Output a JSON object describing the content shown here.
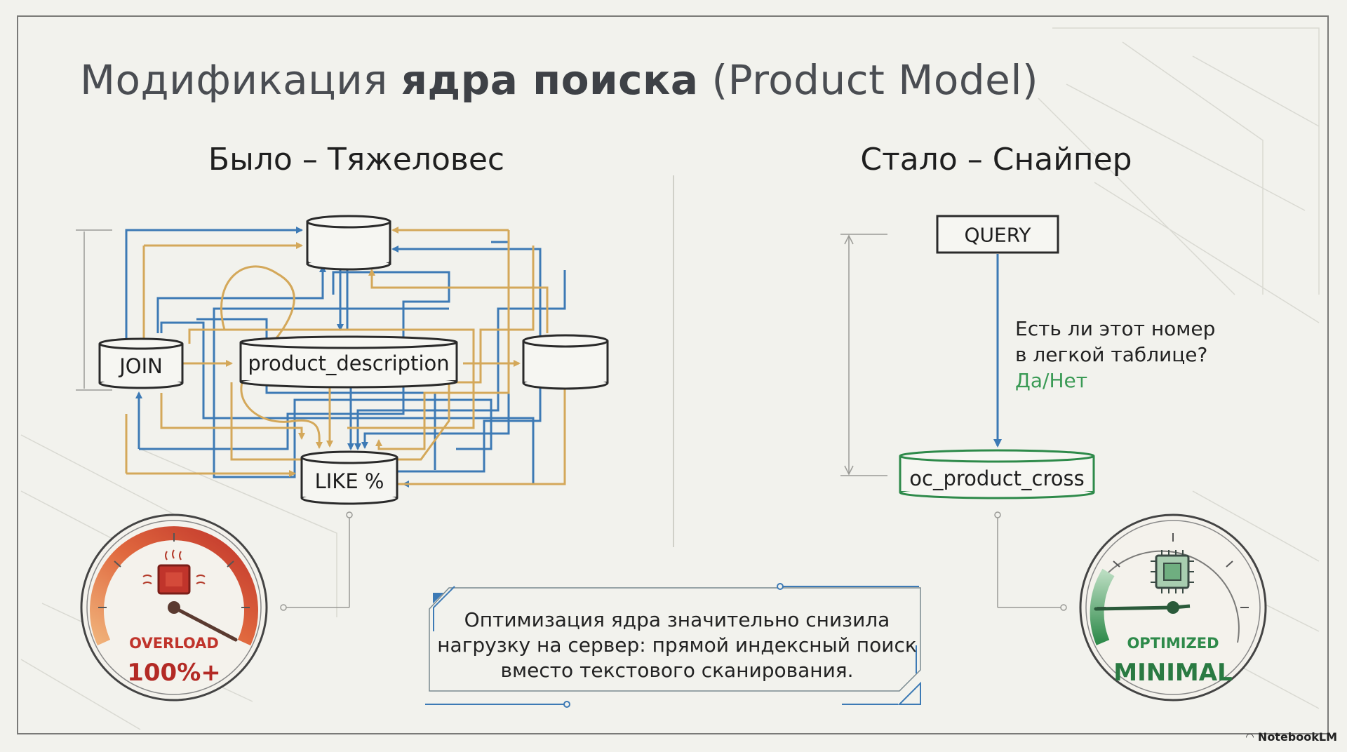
{
  "title": {
    "normal": "Модификация ",
    "bold": "ядра поиска",
    "suffix": " (Product Model)"
  },
  "left": {
    "heading": "Было – Тяжеловес",
    "nodes": {
      "join": "JOIN",
      "description": "product_description",
      "like": "LIKE %"
    },
    "gauge": {
      "status": "OVERLOAD",
      "value": "100%+"
    }
  },
  "right": {
    "heading": "Стало – Снайпер",
    "query": "QUERY",
    "question_line1": "Есть ли этот номер",
    "question_line2": "в легкой таблице?",
    "answer": "Да/Нет",
    "table": "oc_product_cross",
    "gauge": {
      "status": "OPTIMIZED",
      "value": "MINIMAL"
    }
  },
  "caption": {
    "line1": "Оптимизация ядра значительно снизила",
    "line2": "нагрузку на сервер: прямой индексный поиск",
    "line3": "вместо текстового сканирования."
  },
  "branding": "NotebookLM",
  "colors": {
    "blue": "#3d7ab5",
    "gold": "#d4a85a",
    "red": "#c0342b",
    "green": "#2e8a4a"
  },
  "icons": {
    "overload": "cpu-hot-icon",
    "optimized": "cpu-chip-icon",
    "brand": "notebooklm-icon"
  }
}
